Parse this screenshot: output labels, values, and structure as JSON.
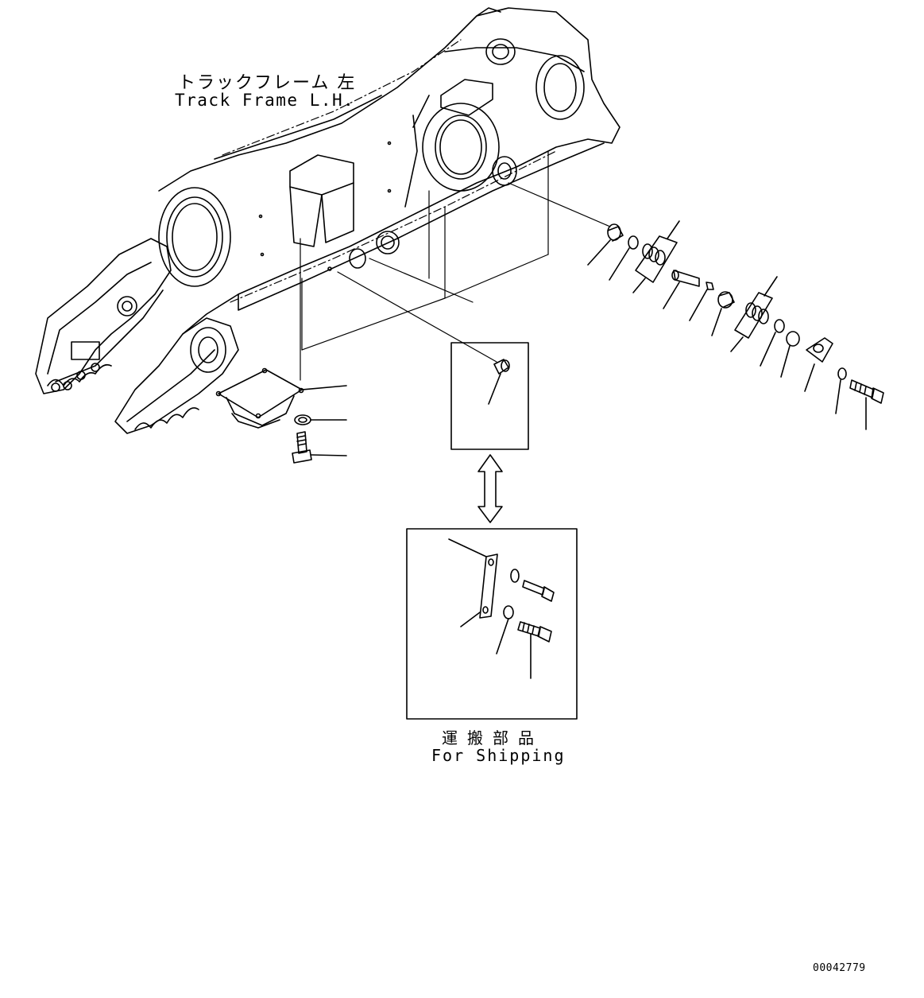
{
  "labels": {
    "track_frame_jp": "トラックフレーム 左",
    "track_frame_en": "Track Frame L.H.",
    "shipping_jp": "運搬部品",
    "shipping_en": "For Shipping",
    "drawing_number": "00042779"
  },
  "colors": {
    "ink": "#000000",
    "paper": "#ffffff"
  }
}
